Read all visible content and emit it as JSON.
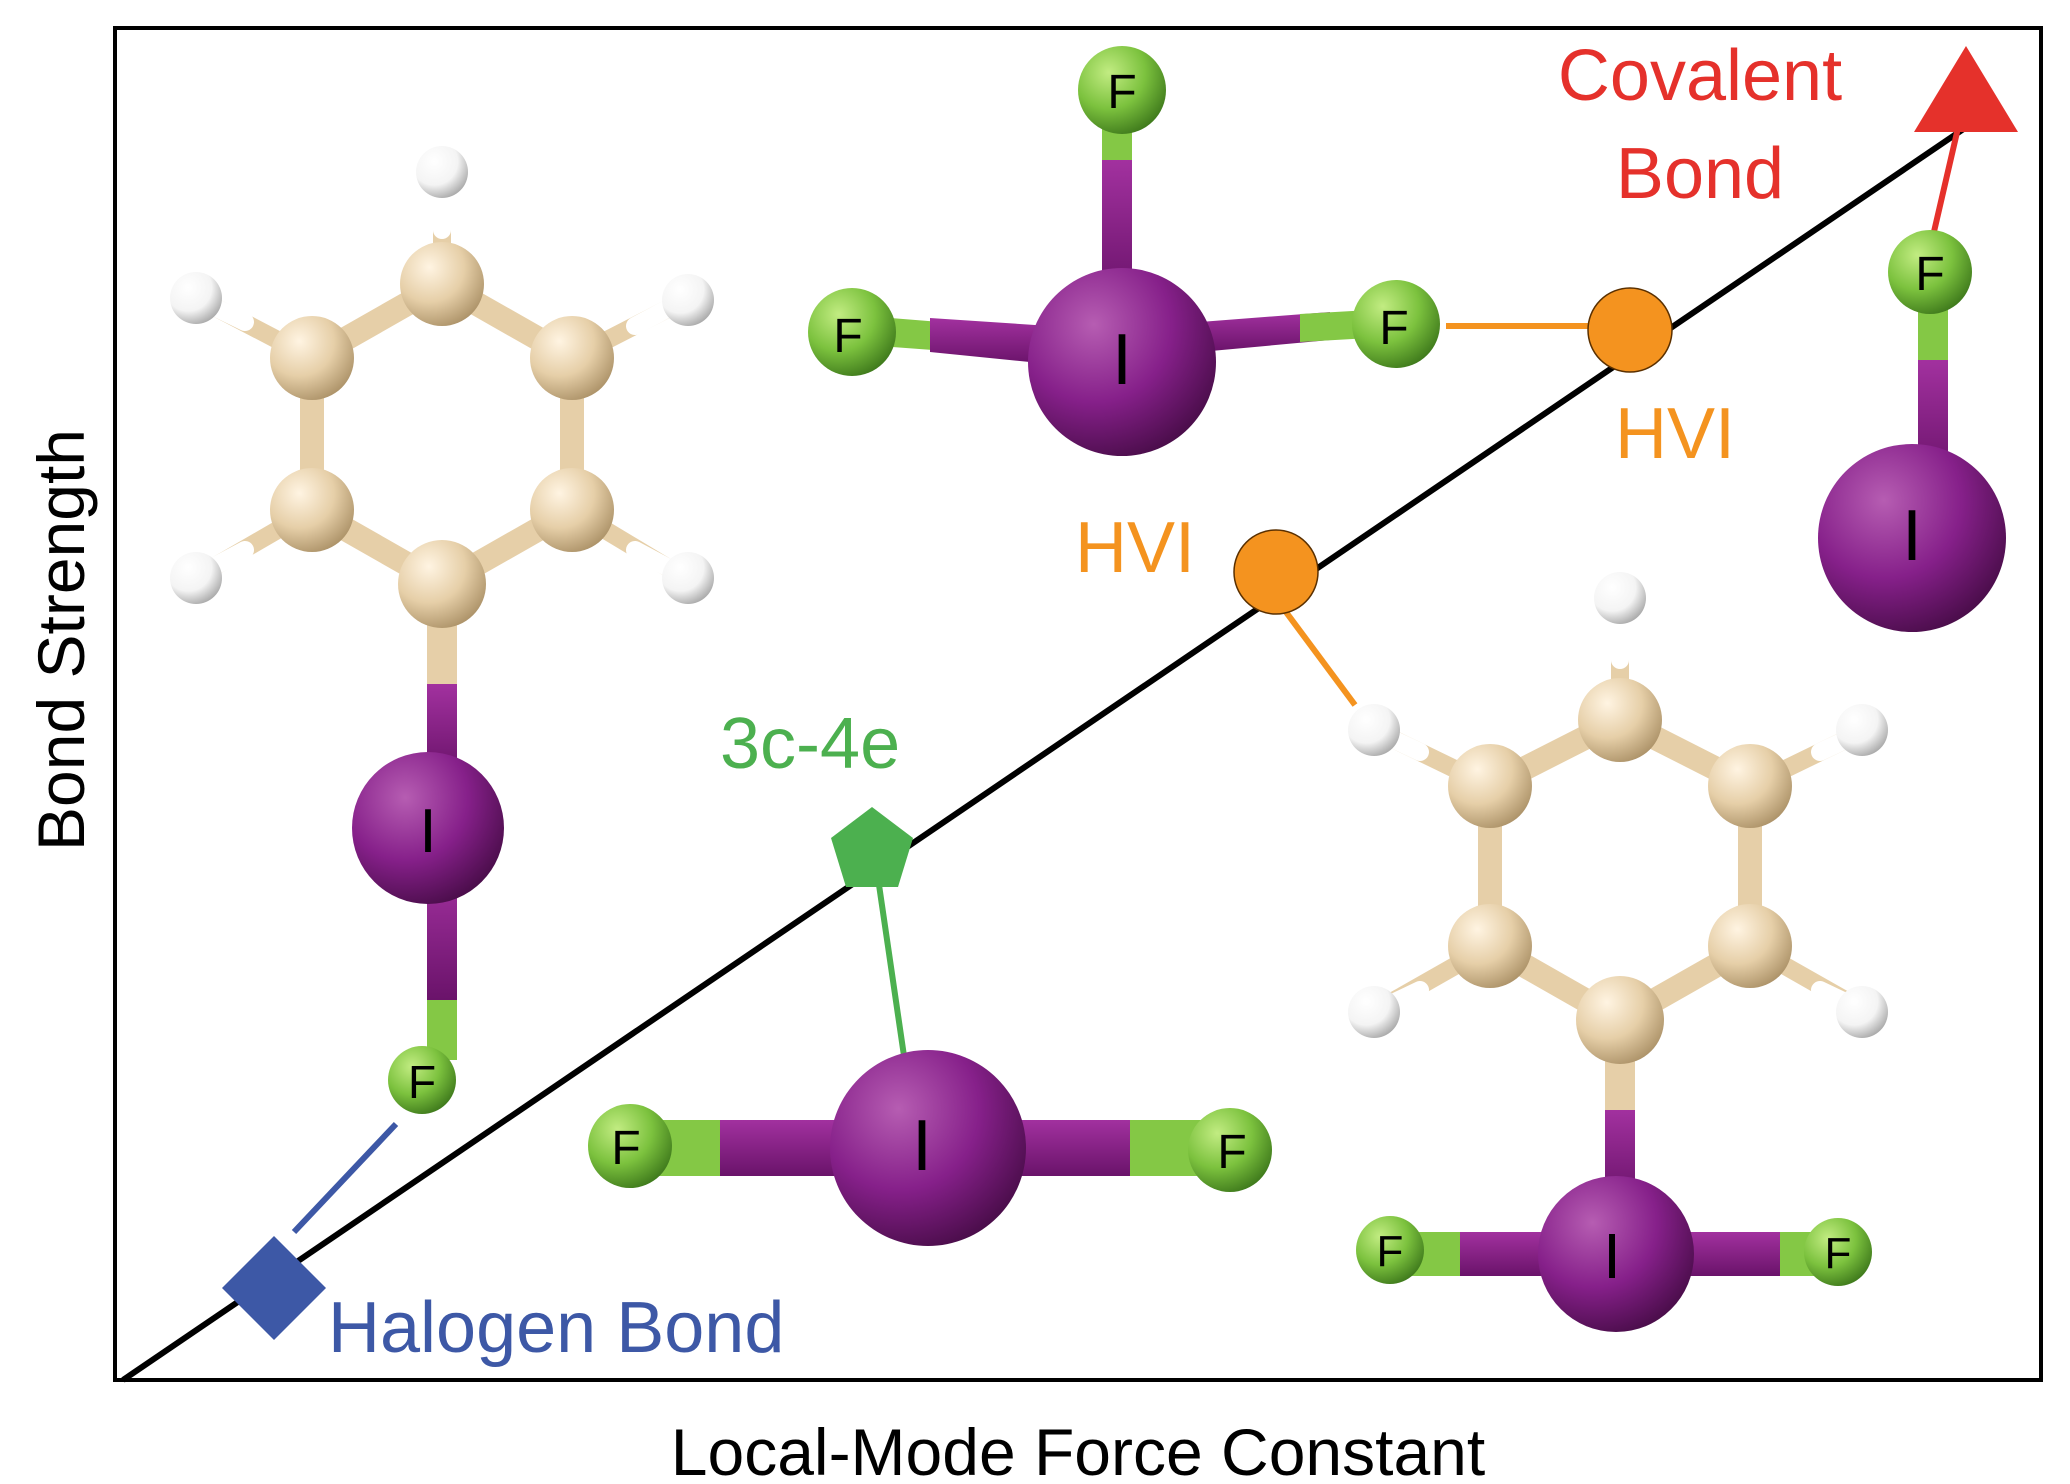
{
  "axes": {
    "xlabel": "Local-Mode Force Constant",
    "ylabel": "Bond Strength"
  },
  "categories": [
    {
      "key": "halogen",
      "label": "Halogen Bond",
      "color": "#3d58a6",
      "marker": "diamond"
    },
    {
      "key": "threec",
      "label": "3c-4e",
      "color": "#4cb04f",
      "marker": "pentagon"
    },
    {
      "key": "hvi1",
      "label": "HVI",
      "color": "#f4931f",
      "marker": "circle"
    },
    {
      "key": "hvi2",
      "label": "HVI",
      "color": "#f4931f",
      "marker": "circle"
    },
    {
      "key": "covalent",
      "label_lines": [
        "Covalent",
        "Bond"
      ],
      "color": "#e5312b",
      "marker": "triangle"
    }
  ],
  "atoms": {
    "iodine": "I",
    "fluorine": "F"
  },
  "colors": {
    "iodine": "#8a1f86",
    "fluorine": "#78c13d",
    "carbon": "#e6cfa8",
    "hydrogen": "#ffffff",
    "axis": "#000000"
  }
}
